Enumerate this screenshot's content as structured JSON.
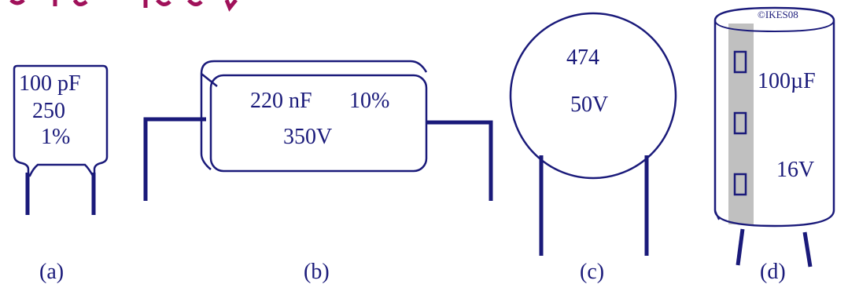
{
  "colors": {
    "ink": "#1a1a7a",
    "heading": "#a0115a",
    "stripe": "#c0c0c0",
    "background": "#ffffff"
  },
  "caps": {
    "a": {
      "line1": "100 pF",
      "line2": "250",
      "line3": "1%",
      "caption": "(a)"
    },
    "b": {
      "line1": "220 nF",
      "line1b": "10%",
      "line2": "350V",
      "caption": "(b)"
    },
    "c": {
      "line1": "474",
      "line2": "50V",
      "caption": "(c)"
    },
    "d": {
      "line1": "100µF",
      "line2": "16V",
      "copyright": "©IKES08",
      "caption": "(d)"
    }
  }
}
